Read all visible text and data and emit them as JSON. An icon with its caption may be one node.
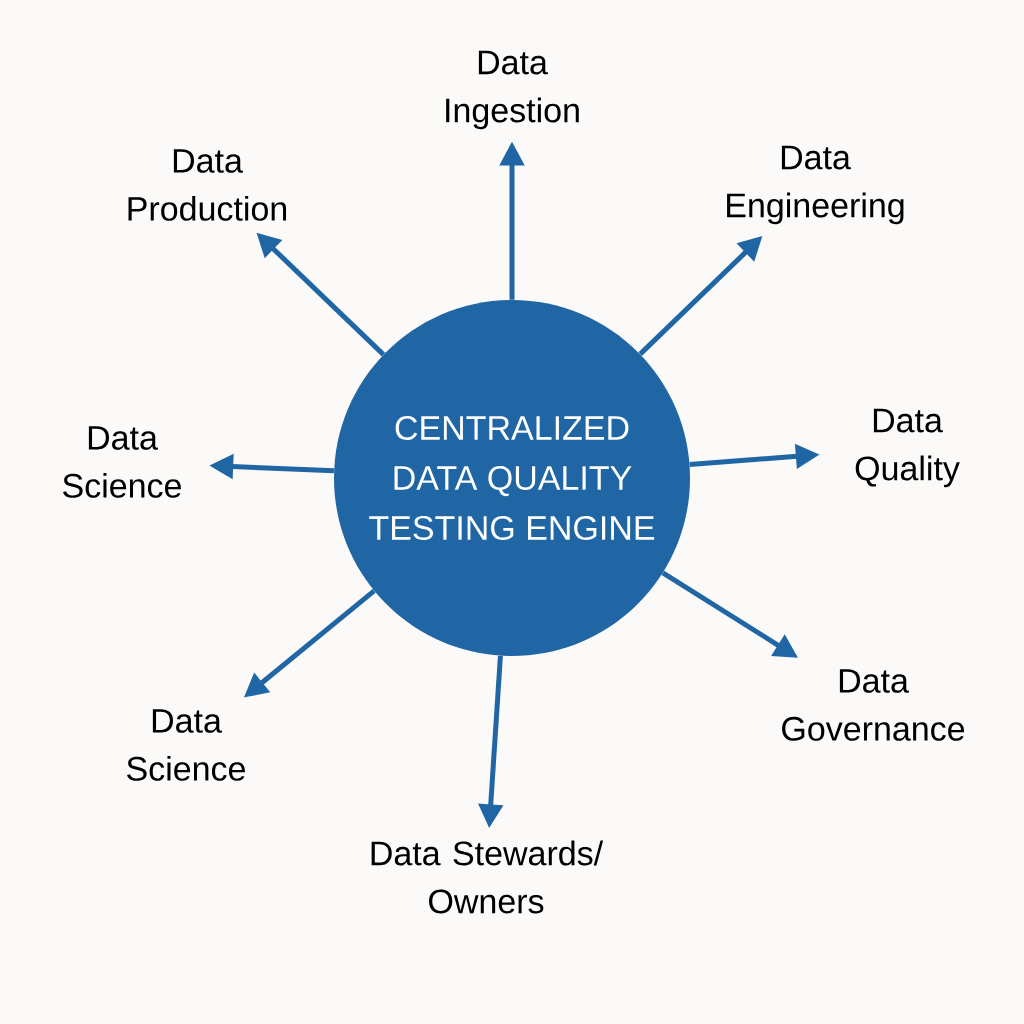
{
  "diagram": {
    "nodes": [
      {
        "text": [
          "CENTRALIZED DATA QUALITY TESTING ENGINE"
        ]
      },
      {
        "text": [
          "Data Ingestion"
        ]
      },
      {
        "text": [
          "Data Production"
        ]
      },
      {
        "text": [
          "Data Engineering"
        ]
      },
      {
        "text": [
          "Data Science"
        ]
      },
      {
        "text": [
          "Data Quality"
        ]
      },
      {
        "text": [
          "Data Science"
        ]
      },
      {
        "text": [
          "Data Governance"
        ]
      },
      {
        "text": [
          "Data Stewards/ Owners"
        ]
      }
    ],
    "edges": [
      {
        "from": 0,
        "to": 1,
        "arrow": "to"
      },
      {
        "from": 0,
        "to": 2,
        "arrow": "to"
      },
      {
        "from": 0,
        "to": 3,
        "arrow": "to"
      },
      {
        "from": 0,
        "to": 4,
        "arrow": "to"
      },
      {
        "from": 0,
        "to": 5,
        "arrow": "to"
      },
      {
        "from": 0,
        "to": 6,
        "arrow": "to"
      },
      {
        "from": 0,
        "to": 7,
        "arrow": "to"
      },
      {
        "from": 0,
        "to": 8,
        "arrow": "to"
      }
    ]
  }
}
